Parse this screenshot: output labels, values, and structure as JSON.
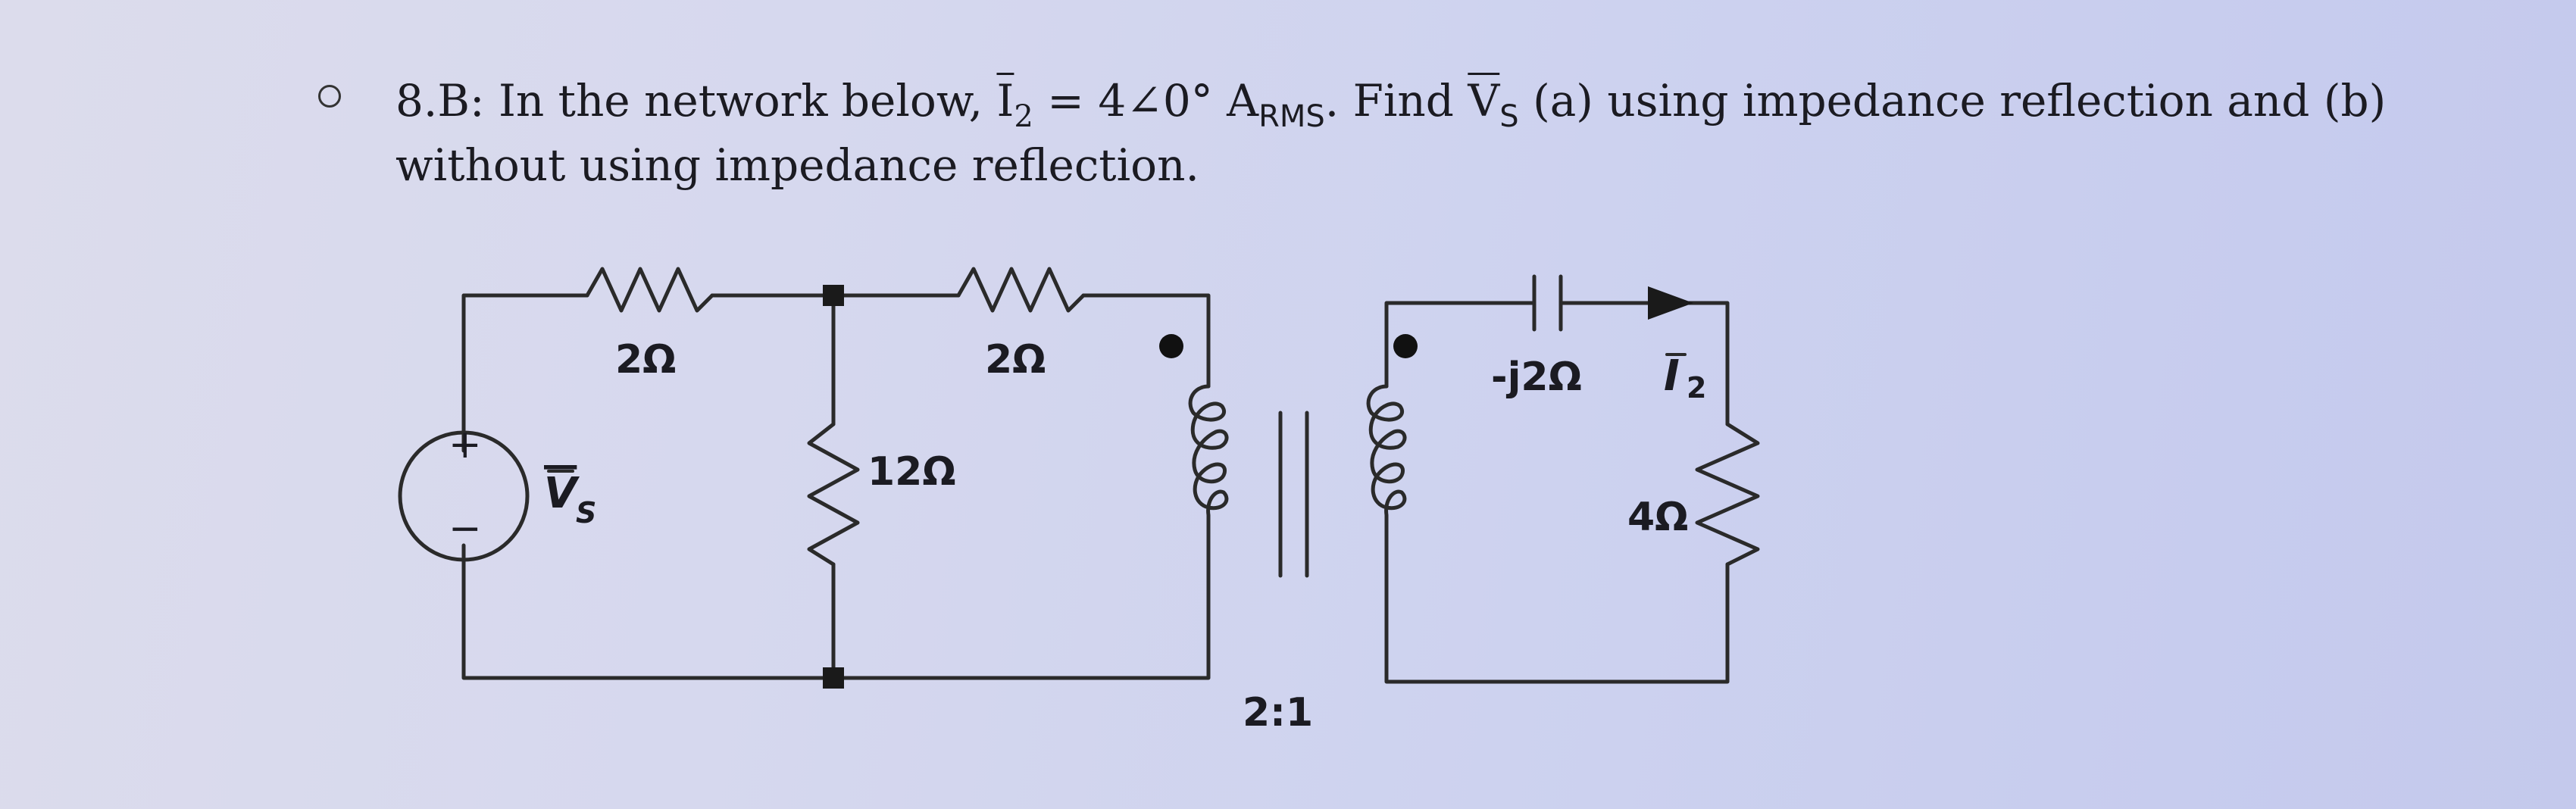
{
  "problem": {
    "line1_a": "8.B: In the network below, ",
    "i2_symbol": "I",
    "i2_sub": "2",
    "line1_b": " = 4∠0° A",
    "arms_sub": "RMS",
    "line1_c": ". Find ",
    "vs_symbol": "V",
    "vs_sub": "S",
    "line1_d": " (a) using impedance reflection and (b)",
    "line2": "without using impedance reflection."
  },
  "circuit": {
    "r1_label": "2Ω",
    "r2_label": "2Ω",
    "r_shunt_label": "12Ω",
    "source_plus": "+",
    "source_minus": "−",
    "source_symbol": "V",
    "source_sub": "S",
    "cap_label": "-j2Ω",
    "current_symbol": "I",
    "current_sub": "2",
    "load_label": "4Ω",
    "turns_ratio": "2:1"
  }
}
